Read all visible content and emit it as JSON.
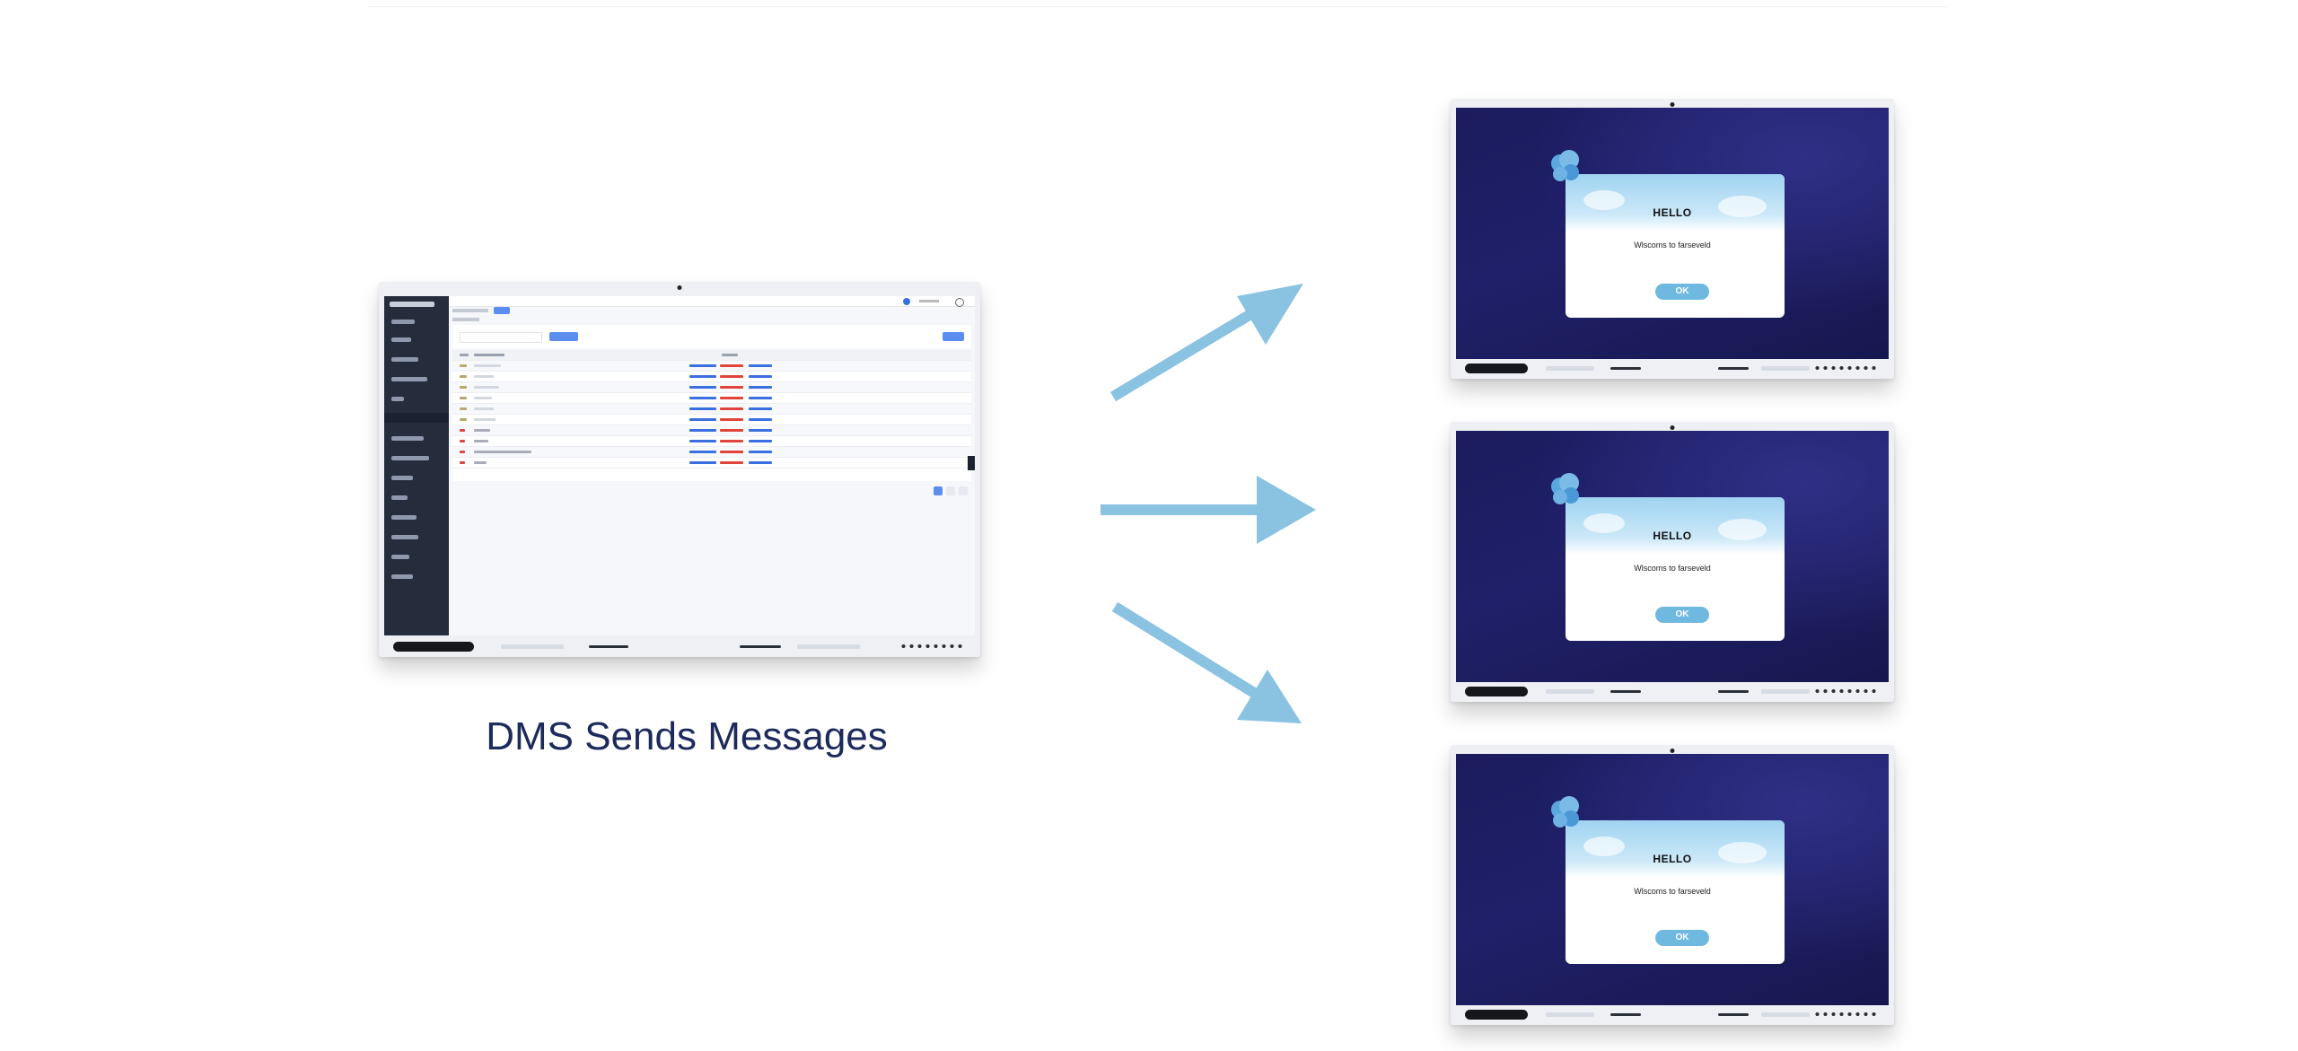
{
  "caption": "DMS Sends Messages",
  "arrow_color": "#8ac2e2",
  "screen_dialog": {
    "title": "HELLO",
    "message": "Wlscoms to farsevеld",
    "button": "OK"
  },
  "dms_panel": {
    "sidebar_item_count": 14,
    "table_row_count": 10,
    "accent": "#5b8def"
  }
}
